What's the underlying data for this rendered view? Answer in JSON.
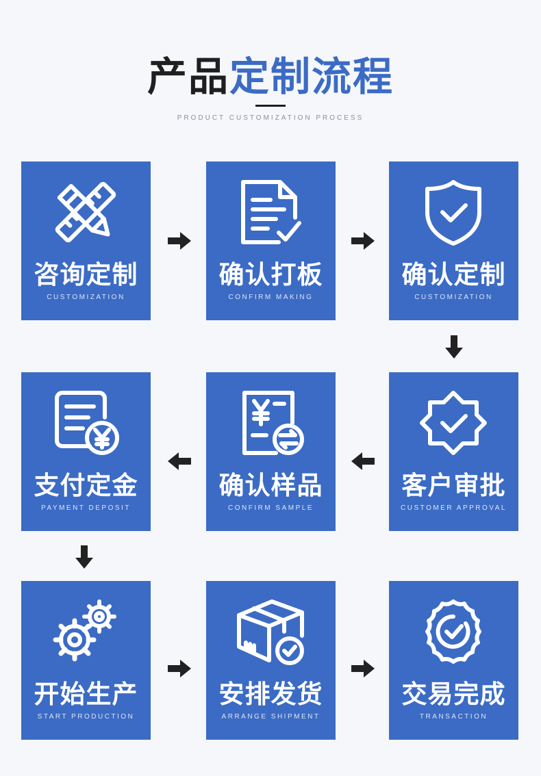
{
  "header": {
    "title_dark": "产品",
    "title_blue": "定制流程",
    "subtitle": "PRODUCT CUSTOMIZATION PROCESS"
  },
  "colors": {
    "card": "#3b6bc4",
    "background": "#f6f7fb",
    "text_dark": "#1f1f1f"
  },
  "steps": [
    {
      "cn": "咨询定制",
      "en": "CUSTOMIZATION",
      "icon": "pencil-ruler-icon"
    },
    {
      "cn": "确认打板",
      "en": "CONFIRM MAKING",
      "icon": "document-check-icon"
    },
    {
      "cn": "确认定制",
      "en": "CUSTOMIZATION",
      "icon": "shield-check-icon"
    },
    {
      "cn": "客户审批",
      "en": "CUSTOMER APPROVAL",
      "icon": "badge-check-icon"
    },
    {
      "cn": "确认样品",
      "en": "CONFIRM SAMPLE",
      "icon": "yen-exchange-icon"
    },
    {
      "cn": "支付定金",
      "en": "PAYMENT DEPOSIT",
      "icon": "yen-bill-icon"
    },
    {
      "cn": "开始生产",
      "en": "START PRODUCTION",
      "icon": "gears-icon"
    },
    {
      "cn": "安排发货",
      "en": "ARRANGE SHIPMENT",
      "icon": "package-check-icon"
    },
    {
      "cn": "交易完成",
      "en": "TRANSACTION",
      "icon": "seal-check-icon"
    }
  ]
}
